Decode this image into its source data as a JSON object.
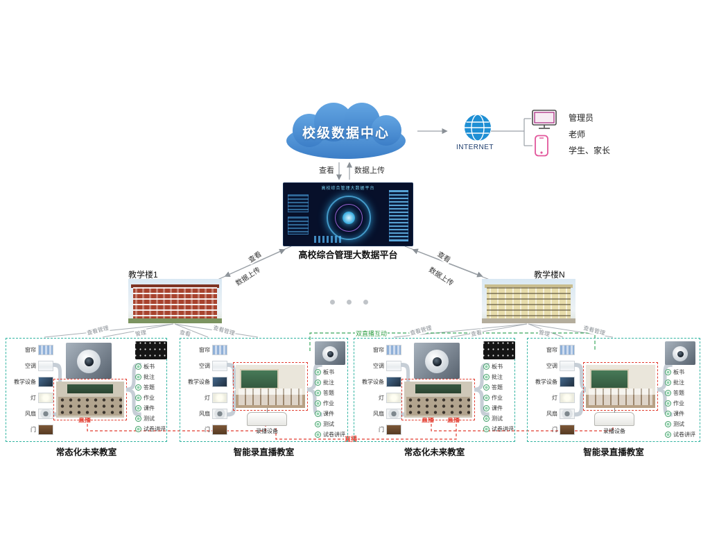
{
  "cloud": {
    "label": "校级数据中心"
  },
  "internet": {
    "label": "INTERNET"
  },
  "users": {
    "items": [
      "管理员",
      "老师",
      "学生、家长"
    ]
  },
  "platform": {
    "title": "高校综合管理大数据平台"
  },
  "flows": {
    "view": "查看",
    "upload": "数据上传",
    "view_manage": "查看管理",
    "manage": "管理",
    "dual_live": "双直播互动",
    "live": "直播"
  },
  "buildings": {
    "first": "教学楼1",
    "last": "教学楼N"
  },
  "devices": [
    "窗帘",
    "空调",
    "教学设备",
    "灯",
    "风扇",
    "门"
  ],
  "functions": [
    "板书",
    "批注",
    "答题",
    "作业",
    "课件",
    "测试",
    "试卷讲评"
  ],
  "classrooms": {
    "future_label": "常态化未来教室",
    "studio_label": "智能录直播教室",
    "recorder_label": "录播设备"
  }
}
